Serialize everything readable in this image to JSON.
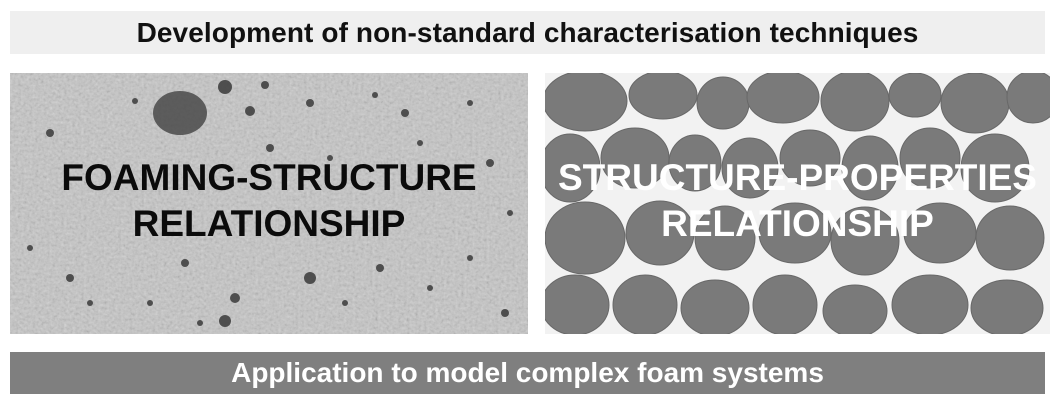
{
  "top_banner": {
    "text": "Development of non-standard characterisation techniques"
  },
  "left_panel": {
    "line1": "FOAMING-STRUCTURE",
    "line2": "RELATIONSHIP"
  },
  "right_panel": {
    "line1": "STRUCTURE-PROPERTIES",
    "line2": "RELATIONSHIP"
  },
  "bottom_banner": {
    "text": "Application to model complex foam systems"
  },
  "colors": {
    "top_banner_bg": "#efefef",
    "bottom_banner_bg": "#7f7f7f",
    "left_panel_bg": "#c8c8c8",
    "right_panel_bg": "#7a7a7a"
  }
}
